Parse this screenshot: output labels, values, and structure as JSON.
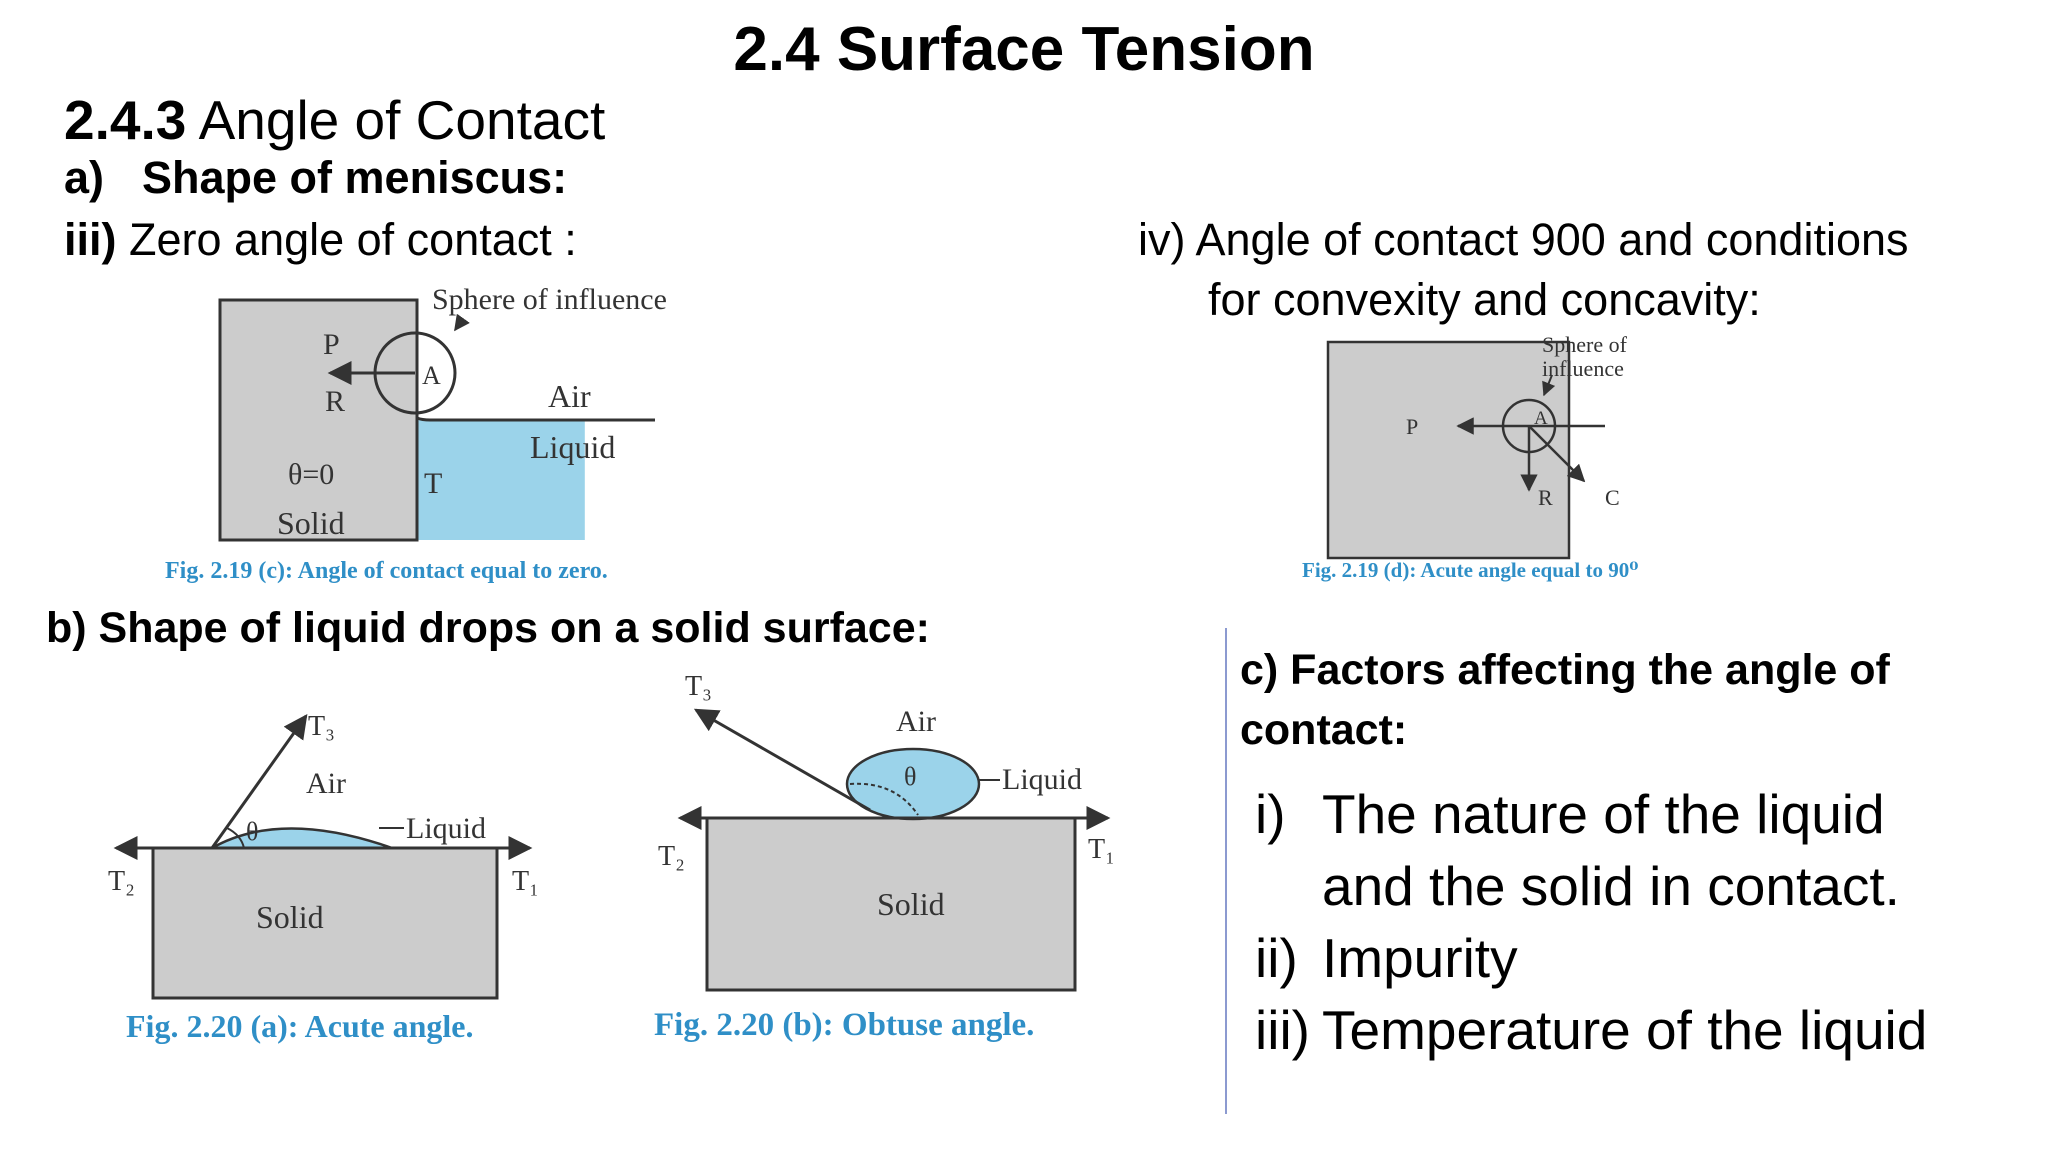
{
  "title": "2.4 Surface Tension",
  "section": {
    "number": "2.4.3",
    "text": "Angle of Contact"
  },
  "subsection_a": {
    "label": "a)",
    "text": "Shape of meniscus:"
  },
  "item_iii": {
    "label": "iii)",
    "text": "Zero angle of contact :"
  },
  "item_iv": {
    "line1": "iv) Angle of contact 900 and conditions",
    "line2": "for convexity and concavity:"
  },
  "subsection_b": "b) Shape of liquid drops on a solid surface:",
  "subsection_c": "c) Factors affecting the angle of contact:",
  "factors": [
    {
      "num": "i)",
      "text": "The nature of the liquid"
    },
    {
      "num": "",
      "text": "and the solid in contact."
    },
    {
      "num": "ii)",
      "text": "Impurity"
    },
    {
      "num": "iii)",
      "text": "Temperature of the liquid"
    }
  ],
  "fig_219c": {
    "caption": "Fig. 2.19 (c):  Angle of contact equal to zero.",
    "sphere": "Sphere of influence",
    "p": "P",
    "r": "R",
    "a": "A",
    "t": "T",
    "air": "Air",
    "liquid": "Liquid",
    "theta": "θ=0",
    "solid": "Solid"
  },
  "fig_219d": {
    "caption": "Fig. 2.19 (d): Acute angle equal to 90⁰",
    "sphere1": "Sphere of",
    "sphere2": "influence",
    "p": "P",
    "a": "A",
    "r": "R",
    "c": "C"
  },
  "fig_220a": {
    "caption": "Fig. 2.20 (a):  Acute angle.",
    "t1": "T₁",
    "t2": "T₂",
    "t3": "T₃",
    "air": "Air",
    "liquid": "Liquid",
    "theta": "θ",
    "solid": "Solid"
  },
  "fig_220b": {
    "caption": "Fig. 2.20 (b): Obtuse angle.",
    "t1": "T₁",
    "t2": "T₂",
    "t3": "T₃",
    "air": "Air",
    "liquid": "Liquid",
    "theta": "θ",
    "solid": "Solid"
  },
  "colors": {
    "liquid": "#9bd3ea",
    "solid": "#cccccc",
    "caption": "#2f8fc7",
    "divider": "#8c9ad0"
  }
}
